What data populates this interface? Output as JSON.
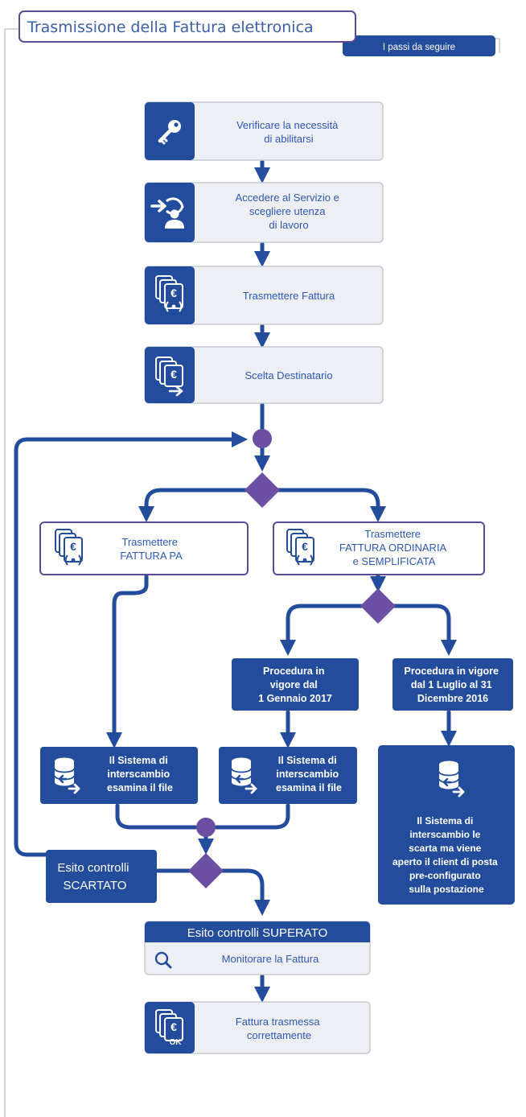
{
  "header": {
    "title": "Trasmissione della Fattura elettronica",
    "subtitle": "I passi da seguire"
  },
  "steps": {
    "verify": [
      "Verificare la necessità",
      "di abilitarsi"
    ],
    "access": [
      "Accedere al Servizio e",
      "scegliere utenza",
      "di lavoro"
    ],
    "transmit": "Trasmettere Fattura",
    "recipient": "Scelta Destinatario",
    "pa": [
      "Trasmettere",
      "FATTURA PA"
    ],
    "ordinary": [
      "Trasmettere",
      "FATTURA ORDINARIA",
      "e SEMPLIFICATA"
    ],
    "proc_2017": [
      "Procedura in",
      "vigore dal",
      "1 Gennaio 2017"
    ],
    "proc_2016": [
      "Procedura in vigore",
      "dal 1 Luglio al 31",
      "Dicembre 2016"
    ],
    "sdi_pa": [
      "Il Sistema di",
      "interscambio",
      "esamina il file"
    ],
    "sdi_ord": [
      "Il Sistema di",
      "interscambio",
      "esamina il file"
    ],
    "sdi_reject": [
      "Il Sistema di",
      "interscambio le",
      "scarta ma viene",
      "aperto il client di posta",
      "pre-configurato",
      "sulla postazione"
    ],
    "rejected": [
      "Esito controlli",
      "SCARTATO"
    ],
    "passed_header": "Esito controlli SUPERATO",
    "monitor": "Monitorare la Fattura",
    "done": [
      "Fattura trasmessa",
      "correttamente"
    ]
  },
  "icons": {
    "verify": "key-icon",
    "access": "login-user-icon",
    "transmit": "invoice-wireless-icon",
    "recipient": "invoice-send-icon",
    "pa": "invoice-wireless-icon",
    "ordinary": "invoice-wireless-icon",
    "sdi": "database-exchange-icon",
    "monitor": "search-icon",
    "done": "invoice-ok-icon"
  },
  "colors": {
    "dark_blue": "#234d9c",
    "text_blue": "#2c58b4",
    "box_fill": "#eeeff4",
    "box_border": "#c9cad5",
    "connector_purple": "#6a4fa2",
    "frame_grey": "#c8c9cf",
    "title_text": "#3c5fa9"
  }
}
